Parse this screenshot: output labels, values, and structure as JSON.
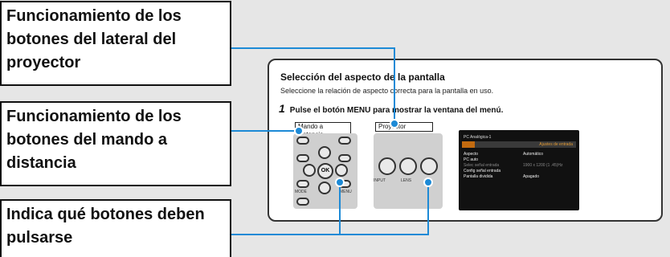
{
  "callouts": {
    "side_buttons": "Funcionamiento de los botones del lateral del proyector",
    "remote_buttons": "Funcionamiento de los botones del mando a distancia",
    "which_buttons": "Indica qué botones deben pulsarse"
  },
  "manual_page": {
    "title": "Selección del aspecto de la pantalla",
    "subtitle": "Seleccione la relación de aspecto correcta para la pantalla en uso.",
    "step_number": "1",
    "step_text": "Pulse el botón MENU para mostrar la ventana del menú.",
    "remote_label": "Mando a distancia",
    "projector_label": "Proyector",
    "button_labels": {
      "input": "INPUT",
      "lens": "LENS",
      "menu": "MENU",
      "ok": "OK",
      "mode": "MODE"
    }
  },
  "menu_screen": {
    "title": "PC Analógica-1",
    "active_tab": "Ajustes de entrada",
    "rows": [
      {
        "label": "Aspecto",
        "value": "Automático",
        "dim": false
      },
      {
        "label": "PC auto",
        "value": "",
        "dim": false
      },
      {
        "label": "Selec señal entrada",
        "value": "1900 x 1200 (1 .45)Hz",
        "dim": true
      },
      {
        "label": "Config señal entrada",
        "value": "",
        "dim": false
      },
      {
        "label": "Pantalla dividida",
        "value": "Apagado",
        "dim": false
      }
    ]
  },
  "colors": {
    "connector": "#1d8ad6",
    "menu_accent": "#c36b10"
  }
}
